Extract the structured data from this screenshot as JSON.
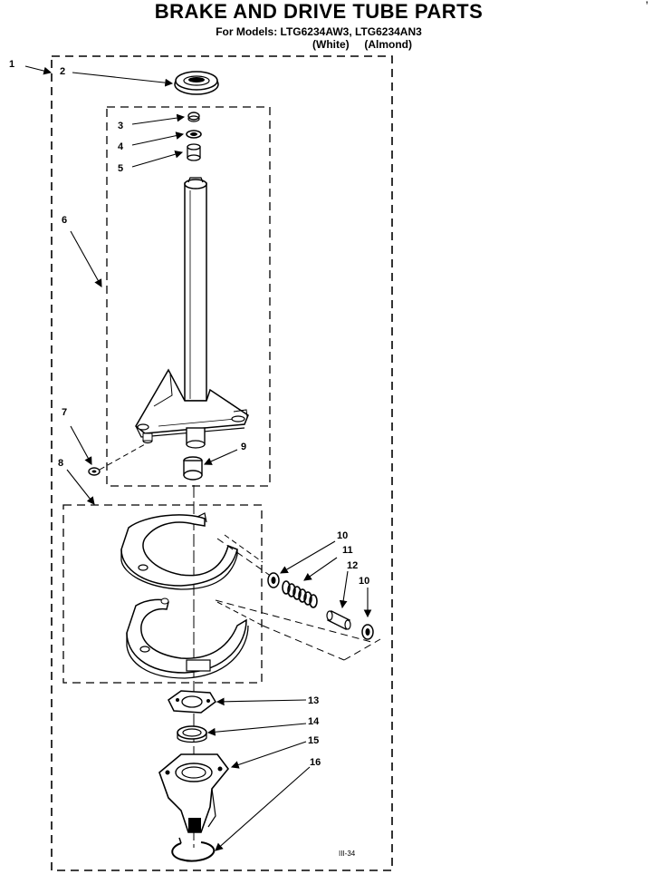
{
  "header": {
    "title": "BRAKE AND DRIVE TUBE PARTS",
    "models_line": "For Models: LTG6234AW3, LTG6234AN3",
    "color_white": "(White)",
    "color_almond": "(Almond)"
  },
  "callouts": [
    "1",
    "2",
    "3",
    "4",
    "5",
    "6",
    "7",
    "8",
    "9",
    "10",
    "11",
    "12",
    "10",
    "13",
    "14",
    "15",
    "16"
  ],
  "page_ref": "III-34",
  "corner_mark": "’"
}
